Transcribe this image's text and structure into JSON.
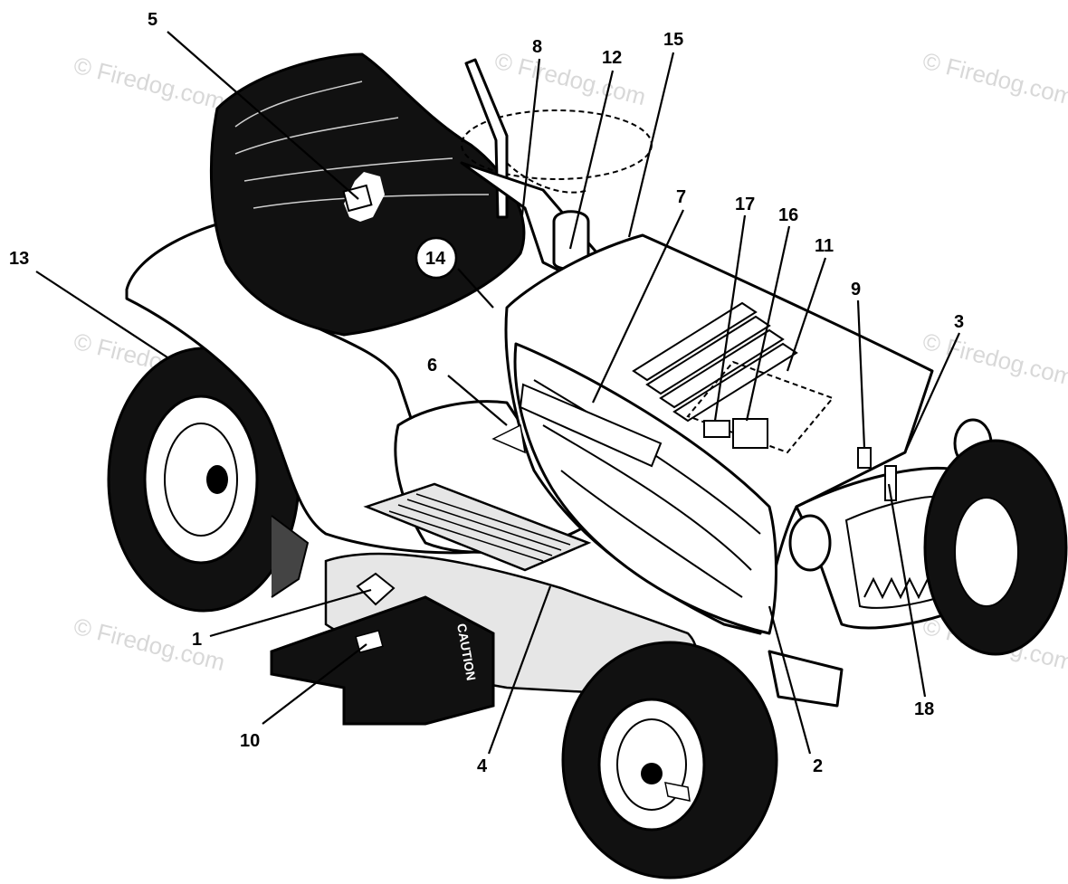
{
  "diagram": {
    "watermark": "© Firedog.com",
    "caution_label": "CAUTION",
    "callouts": [
      "1",
      "2",
      "3",
      "4",
      "5",
      "6",
      "7",
      "8",
      "9",
      "10",
      "11",
      "12",
      "13",
      "14",
      "15",
      "16",
      "17",
      "18"
    ]
  }
}
